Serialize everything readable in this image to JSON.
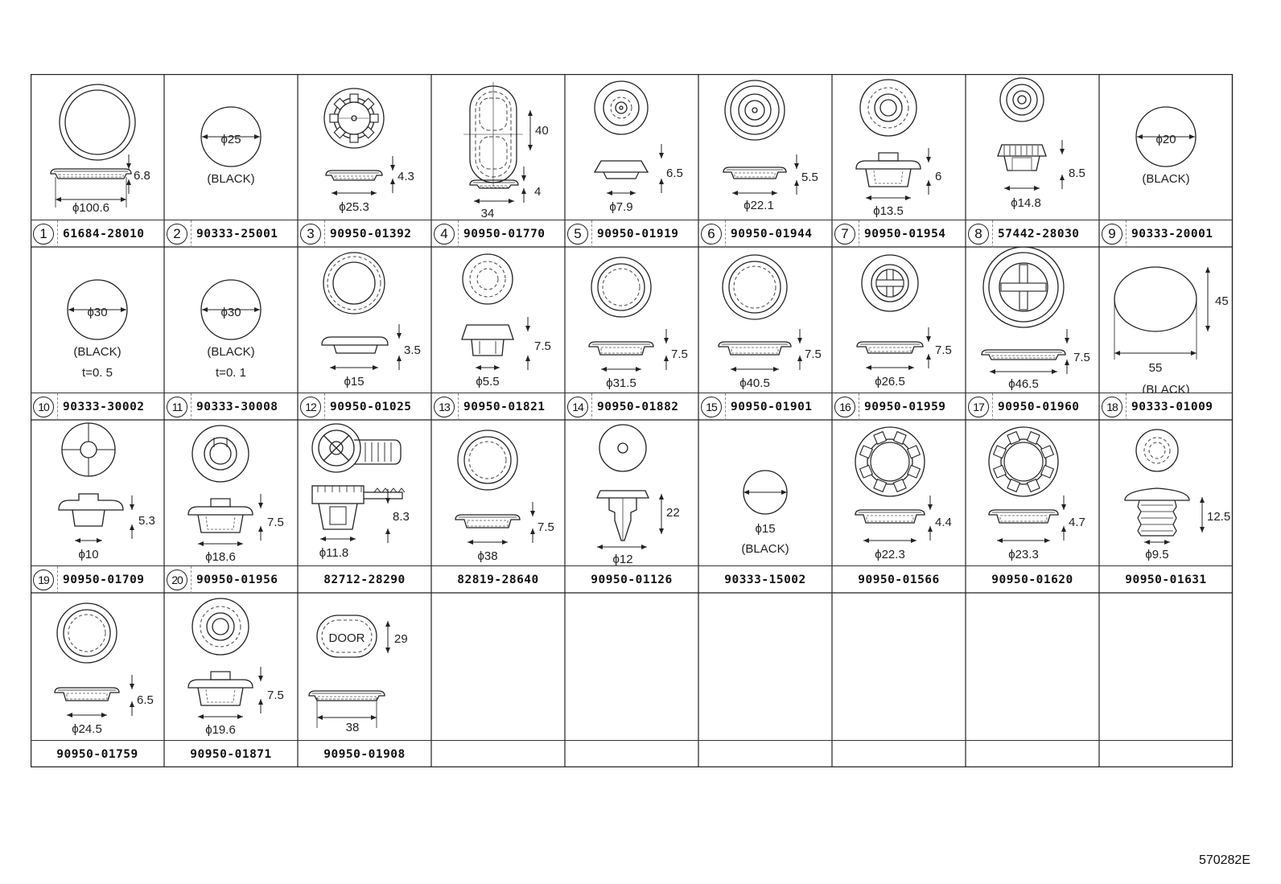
{
  "catalog_ref": "570282E",
  "rows": [
    [
      {
        "num": "1",
        "pn": "61684-28010",
        "shape": "ring-large",
        "dims": {
          "d": "ϕ100.6",
          "h": "6.8"
        }
      },
      {
        "num": "2",
        "pn": "90333-25001",
        "shape": "disc",
        "dims": {
          "d": "ϕ25"
        },
        "notes": [
          "(BLACK)"
        ]
      },
      {
        "num": "3",
        "pn": "90950-01392",
        "shape": "gear-plug",
        "dims": {
          "d": "ϕ25.3",
          "h": "4.3"
        }
      },
      {
        "num": "4",
        "pn": "90950-01770",
        "shape": "oval",
        "dims": {
          "h": "40",
          "t": "4",
          "w": "34"
        }
      },
      {
        "num": "5",
        "pn": "90950-01919",
        "shape": "grommet-cone",
        "dims": {
          "d": "ϕ7.9",
          "h": "6.5"
        }
      },
      {
        "num": "6",
        "pn": "90950-01944",
        "shape": "grommet-flat",
        "dims": {
          "d": "ϕ22.1",
          "h": "5.5"
        }
      },
      {
        "num": "7",
        "pn": "90950-01954",
        "shape": "grommet-tall",
        "dims": {
          "d": "ϕ13.5",
          "h": "6"
        }
      },
      {
        "num": "8",
        "pn": "57442-28030",
        "shape": "clip-tall",
        "dims": {
          "d": "ϕ14.8",
          "h": "8.5"
        }
      },
      {
        "num": "9",
        "pn": "90333-20001",
        "shape": "disc",
        "dims": {
          "d": "ϕ20"
        },
        "notes": [
          "(BLACK)"
        ]
      }
    ],
    [
      {
        "num": "10",
        "pn": "90333-30002",
        "shape": "disc",
        "dims": {
          "d": "ϕ30"
        },
        "notes": [
          "(BLACK)",
          "t=0. 5"
        ]
      },
      {
        "num": "11",
        "pn": "90333-30008",
        "shape": "disc",
        "dims": {
          "d": "ϕ30"
        },
        "notes": [
          "(BLACK)",
          "t=0. 1"
        ]
      },
      {
        "num": "12",
        "pn": "90950-01025",
        "shape": "plug-dashed",
        "dims": {
          "d": "ϕ15",
          "h": "3.5"
        }
      },
      {
        "num": "13",
        "pn": "90950-01821",
        "shape": "grommet-deep",
        "dims": {
          "d": "ϕ5.5",
          "h": "7.5"
        }
      },
      {
        "num": "14",
        "pn": "90950-01882",
        "shape": "ring-flat",
        "dims": {
          "d": "ϕ31.5",
          "h": "7.5"
        }
      },
      {
        "num": "15",
        "pn": "90950-01901",
        "shape": "ring-flat",
        "dims": {
          "d": "ϕ40.5",
          "h": "7.5"
        }
      },
      {
        "num": "16",
        "pn": "90950-01959",
        "shape": "cross-plug",
        "dims": {
          "d": "ϕ26.5",
          "h": "7.5"
        }
      },
      {
        "num": "17",
        "pn": "90950-01960",
        "shape": "cross-plug-large",
        "dims": {
          "d": "ϕ46.5",
          "h": "7.5"
        }
      },
      {
        "num": "18",
        "pn": "90333-01009",
        "shape": "ellipse",
        "dims": {
          "h": "45",
          "w": "55"
        },
        "notes": [
          "(BLACK)"
        ]
      }
    ],
    [
      {
        "num": "19",
        "pn": "90950-01709",
        "shape": "cross-grommet",
        "dims": {
          "d": "ϕ10",
          "h": "5.3"
        }
      },
      {
        "num": "20",
        "pn": "90950-01956",
        "shape": "grommet-tall",
        "dims": {
          "d": "ϕ18.6",
          "h": "7.5"
        }
      },
      {
        "num": "",
        "pn": "82712-28290",
        "shape": "clip-tab",
        "dims": {
          "d": "ϕ11.8",
          "h": "8.3"
        }
      },
      {
        "num": "",
        "pn": "82819-28640",
        "shape": "ring-flat",
        "dims": {
          "d": "ϕ38",
          "h": "7.5"
        }
      },
      {
        "num": "",
        "pn": "90950-01126",
        "shape": "push-pin",
        "dims": {
          "d": "ϕ12",
          "h": "22"
        }
      },
      {
        "num": "",
        "pn": "90333-15002",
        "shape": "disc-small",
        "dims": {
          "d": "ϕ15"
        },
        "notes": [
          "(BLACK)"
        ]
      },
      {
        "num": "",
        "pn": "90950-01566",
        "shape": "gear-ring",
        "dims": {
          "d": "ϕ22.3",
          "h": "4.4"
        }
      },
      {
        "num": "",
        "pn": "90950-01620",
        "shape": "gear-ring",
        "dims": {
          "d": "ϕ23.3",
          "h": "4.7"
        }
      },
      {
        "num": "",
        "pn": "90950-01631",
        "shape": "push-plug",
        "dims": {
          "d": "ϕ9.5",
          "h": "12.5"
        }
      }
    ],
    [
      {
        "num": "",
        "pn": "90950-01759",
        "shape": "ring-flat",
        "dims": {
          "d": "ϕ24.5",
          "h": "6.5"
        }
      },
      {
        "num": "",
        "pn": "90950-01871",
        "shape": "grommet-tall",
        "dims": {
          "d": "ϕ19.6",
          "h": "7.5"
        }
      },
      {
        "num": "",
        "pn": "90950-01908",
        "shape": "door-plug",
        "dims": {
          "h": "29",
          "w": "38"
        },
        "text": "DOOR"
      },
      {
        "num": "",
        "pn": "",
        "shape": "empty"
      },
      {
        "num": "",
        "pn": "",
        "shape": "empty"
      },
      {
        "num": "",
        "pn": "",
        "shape": "empty"
      },
      {
        "num": "",
        "pn": "",
        "shape": "empty"
      },
      {
        "num": "",
        "pn": "",
        "shape": "empty"
      },
      {
        "num": "",
        "pn": "",
        "shape": "empty"
      }
    ]
  ]
}
